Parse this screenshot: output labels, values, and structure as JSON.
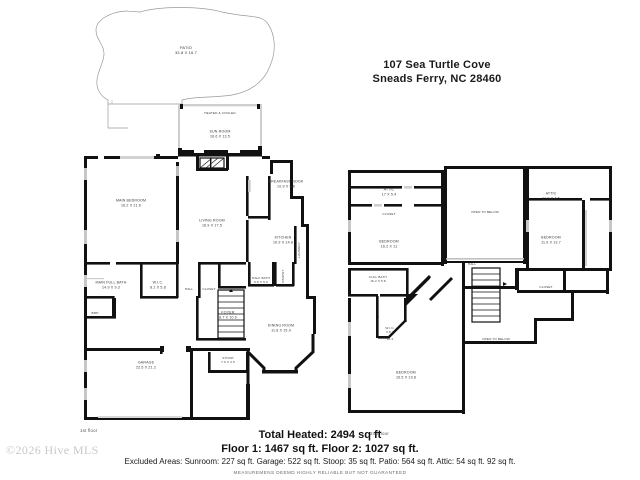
{
  "header": {
    "address_line1": "107 Sea Turtle Cove",
    "address_line2": "Sneads Ferry, NC 28460"
  },
  "floor_captions": {
    "first": "1st floor",
    "second": "2nd floor"
  },
  "watermark": "©2026 Hive MLS",
  "summary": {
    "total_heated": "Total Heated: 2494 sq ft",
    "floors": "Floor 1: 1467 sq ft. Floor 2: 1027 sq ft.",
    "excluded": "Excluded Areas: Sunroom: 227 sq ft. Garage: 522 sq ft. Stoop: 35 sq ft. Patio: 564 sq ft. Attic: 54 sq ft. 92 sq ft.",
    "disclaimer": "MEASUREMENS DEEMD HIGHLY RELIABLE BUT NOT GUARANTEED"
  },
  "first_floor": {
    "rooms": [
      {
        "name": "PATIO",
        "dim": "33.8 X 16.7"
      },
      {
        "name": "HEATED & COOLED",
        "dim": ""
      },
      {
        "name": "SUN ROOM",
        "dim": "16.6 X 13.5"
      },
      {
        "name": "MAIN BEDROOM",
        "dim": "16.2 X 21.6"
      },
      {
        "name": "LIVING ROOM",
        "dim": "16.9 X 17.5"
      },
      {
        "name": "BREAKFAST NOOK",
        "dim": "10.9 X 9.6"
      },
      {
        "name": "KITCHEN",
        "dim": "10.9 X 14.8"
      },
      {
        "name": "MAIN FULL BATH",
        "dim": "14.9 X 9.3"
      },
      {
        "name": "W.I.C.",
        "dim": "8.1 X 5.8"
      },
      {
        "name": "HALL",
        "dim": ""
      },
      {
        "name": "CLOSET",
        "dim": ""
      },
      {
        "name": "HALF BATH",
        "dim": "5.8 X 5.0"
      },
      {
        "name": "PANTRY",
        "dim": ""
      },
      {
        "name": "LAUNDRY",
        "dim": ""
      },
      {
        "name": "FOYER",
        "dim": "8.7 X 10.9"
      },
      {
        "name": "DINING ROOM",
        "dim": "11.8 X 15.9"
      },
      {
        "name": "STOOP",
        "dim": "7.9 X 4.5"
      },
      {
        "name": "GARAGE",
        "dim": "22.5 X 21.2"
      },
      {
        "name": "BRH",
        "dim": ""
      }
    ]
  },
  "second_floor": {
    "rooms": [
      {
        "name": "ATTIC",
        "dim": "17 X 5.4"
      },
      {
        "name": "CLOSET",
        "dim": ""
      },
      {
        "name": "BEDROOM",
        "dim": "16.2 X 11"
      },
      {
        "name": "OPEN TO BELOW",
        "dim": ""
      },
      {
        "name": "ATTIC",
        "dim": "11.9 X 4.5"
      },
      {
        "name": "BEDROOM",
        "dim": "11.9 X 13.7"
      },
      {
        "name": "HALL",
        "dim": ""
      },
      {
        "name": "CLOSET",
        "dim": ""
      },
      {
        "name": "FULL BATH",
        "dim": "16.2 X 5.8"
      },
      {
        "name": "W.I.C.",
        "dim": "3.8 X"
      },
      {
        "name": "W.I.C. 2",
        "dim": "10.2"
      },
      {
        "name": "OPEN TO BELOW",
        "dim": ""
      },
      {
        "name": "BEDROOM",
        "dim": "16.5 X 19.8"
      }
    ]
  },
  "colors": {
    "wall": "#111111",
    "thin_wall": "#333333",
    "patio_outline": "#9a9a9a",
    "label": "#3a3a3a",
    "watermark": "#c9c9c9"
  }
}
